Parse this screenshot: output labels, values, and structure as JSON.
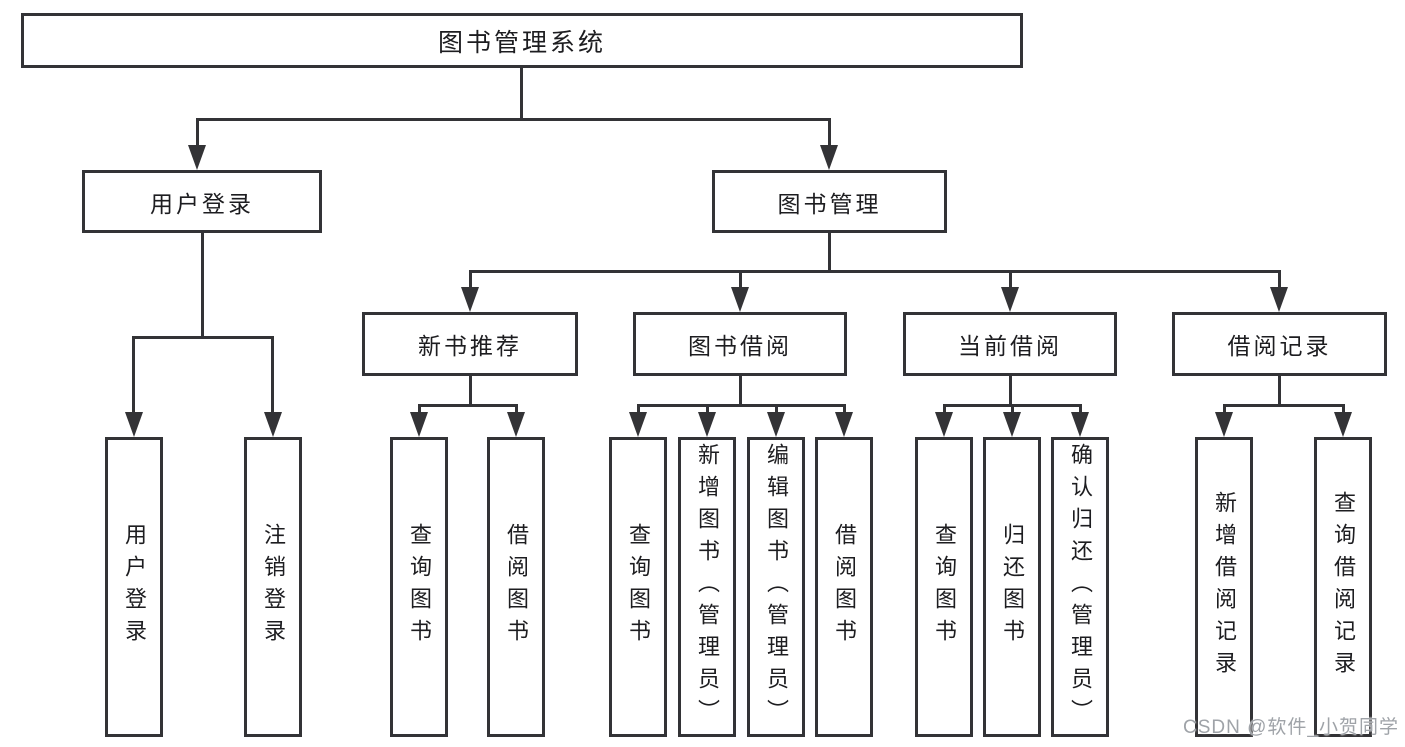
{
  "diagram_type": "functional-decomposition-tree",
  "colors": {
    "line": "#333336",
    "text": "#1d1d20",
    "watermark": "#9fa3a8",
    "background": "#ffffff"
  },
  "watermark": "CSDN @软件_小贺同学",
  "tree": {
    "label": "图书管理系统",
    "children": [
      {
        "label": "用户登录",
        "children": [
          {
            "label": "用户登录"
          },
          {
            "label": "注销登录"
          }
        ]
      },
      {
        "label": "图书管理",
        "children": [
          {
            "label": "新书推荐",
            "children": [
              {
                "label": "查询图书"
              },
              {
                "label": "借阅图书"
              }
            ]
          },
          {
            "label": "图书借阅",
            "children": [
              {
                "label": "查询图书"
              },
              {
                "label": "新增图书（管理员）"
              },
              {
                "label": "编辑图书（管理员）"
              },
              {
                "label": "借阅图书"
              }
            ]
          },
          {
            "label": "当前借阅",
            "children": [
              {
                "label": "查询图书"
              },
              {
                "label": "归还图书"
              },
              {
                "label": "确认归还（管理员）"
              }
            ]
          },
          {
            "label": "借阅记录",
            "children": [
              {
                "label": "新增借阅记录"
              },
              {
                "label": "查询借阅记录"
              }
            ]
          }
        ]
      }
    ]
  }
}
